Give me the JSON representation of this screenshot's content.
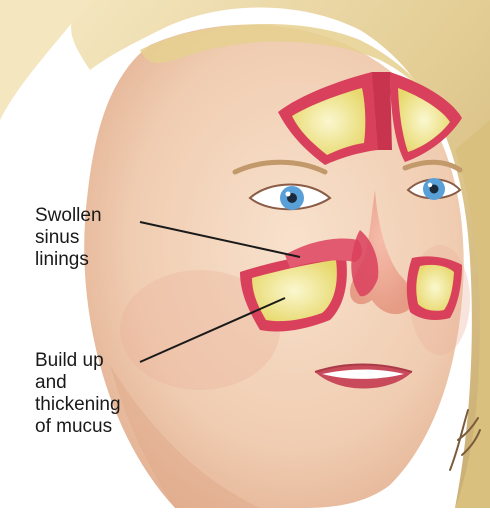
{
  "labels": {
    "swollen_linings": [
      "Swollen",
      "sinus",
      "linings"
    ],
    "mucus": [
      "Build up",
      "and",
      "thickening",
      "of mucus"
    ]
  },
  "colors": {
    "skin": "#f3d2b8",
    "skin_shadow": "#e2ad8c",
    "hair": "#ead7a3",
    "hair_shadow": "#c9ad72",
    "lining": "#d9405c",
    "mucus": "#f2eb9a",
    "eye": "#5aa0d8"
  },
  "illustration": {
    "subject": "female face with highlighted sinuses",
    "signature_icon": "artist-signature-icon"
  }
}
